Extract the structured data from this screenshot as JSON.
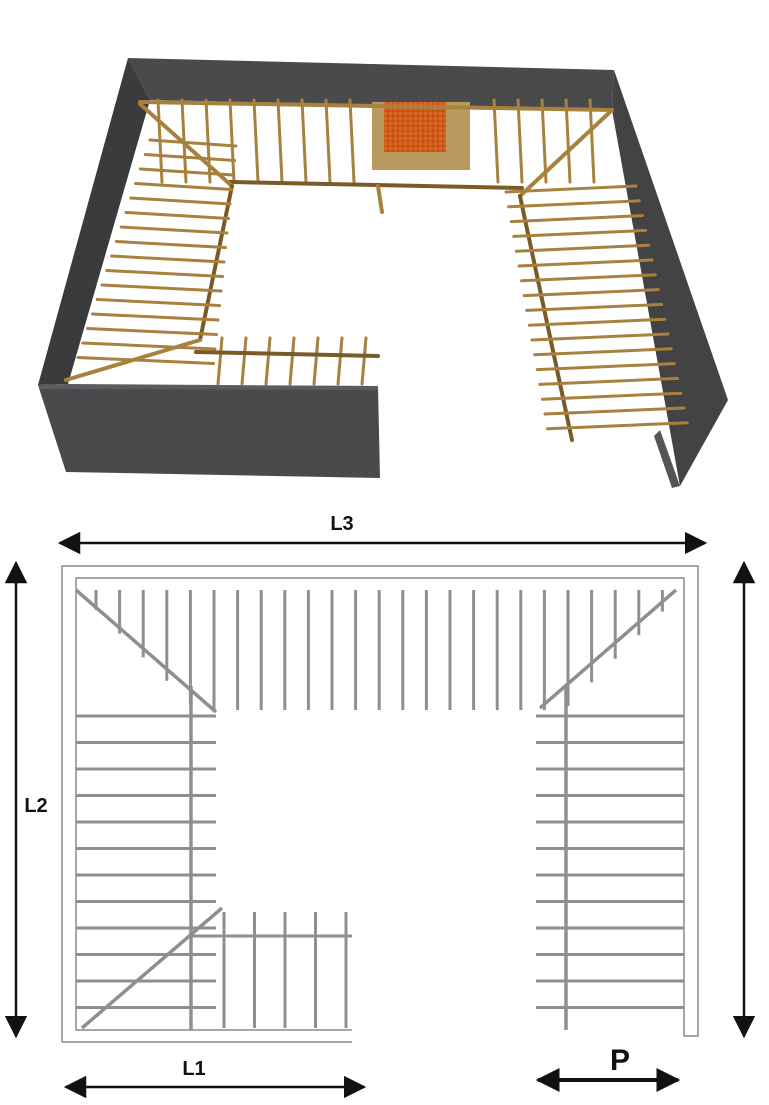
{
  "figure": {
    "view_3d": {
      "wall_color": "#4a4a4d",
      "timber_color": "#a8813f",
      "ridge_color": "#7a5a25",
      "tile_color": "#e0661f",
      "batten_color": "#b99a5e"
    },
    "plan": {
      "outline_color": "#8a8a8a",
      "rafter_color": "#8f8f8f"
    },
    "dimensions": {
      "l3": "L3",
      "l2": "L2",
      "l1": "L1",
      "p": "P",
      "arrow_color": "#111111"
    }
  }
}
